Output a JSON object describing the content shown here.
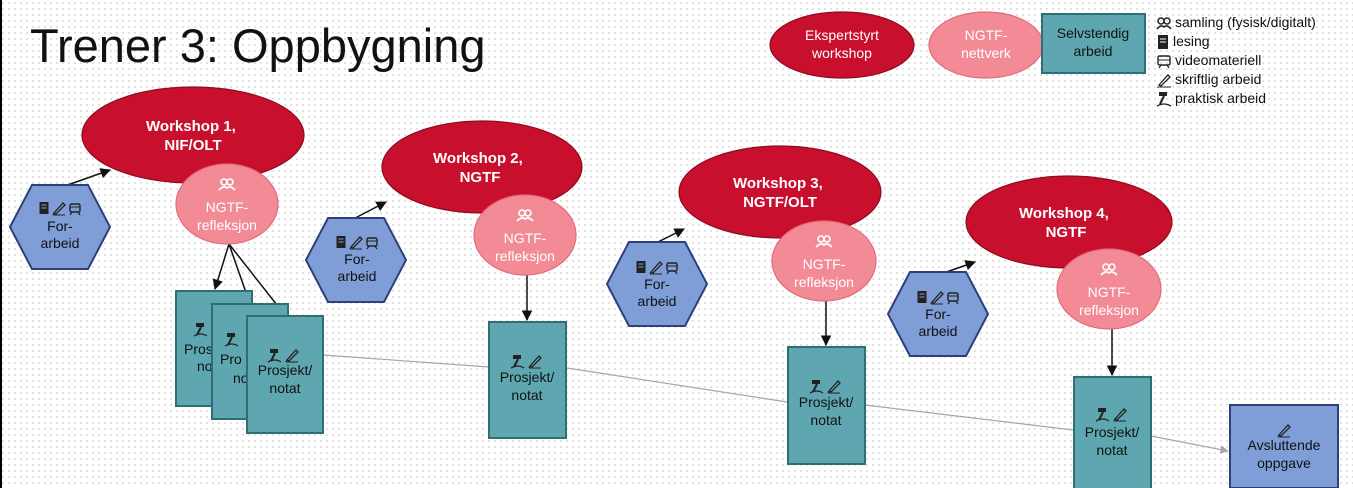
{
  "title": "Trener 3: Oppbygning",
  "legend": {
    "expert": "Ekspertstyrt workshop",
    "network": "NGTF-nettverk",
    "independent": "Selvstendig arbeid",
    "items": [
      {
        "icon": "people-icon",
        "label": "samling (fysisk/digitalt)"
      },
      {
        "icon": "book-icon",
        "label": "lesing"
      },
      {
        "icon": "video-icon",
        "label": "videomateriell"
      },
      {
        "icon": "pencil-icon",
        "label": "skriftlig arbeid"
      },
      {
        "icon": "hammer-icon",
        "label": "praktisk arbeid"
      }
    ]
  },
  "workshops": [
    {
      "label": "Workshop 1, NIF/OLT"
    },
    {
      "label": "Workshop 2, NGTF"
    },
    {
      "label": "Workshop 3, NGTF/OLT"
    },
    {
      "label": "Workshop 4, NGTF"
    }
  ],
  "reflection_label": "NGTF-refleksjon",
  "prework_label": "For-arbeid",
  "project_label": "Prosjekt/notat",
  "project_partial": [
    "Prosj",
    "Pro",
    "no",
    "no"
  ],
  "final_label": "Avsluttende oppgave",
  "colors": {
    "expert": "#c8102e",
    "network": "#f28b96",
    "project": "#5fa7b0",
    "prework": "#7f9ed8",
    "connector": "#a6a6a6"
  }
}
